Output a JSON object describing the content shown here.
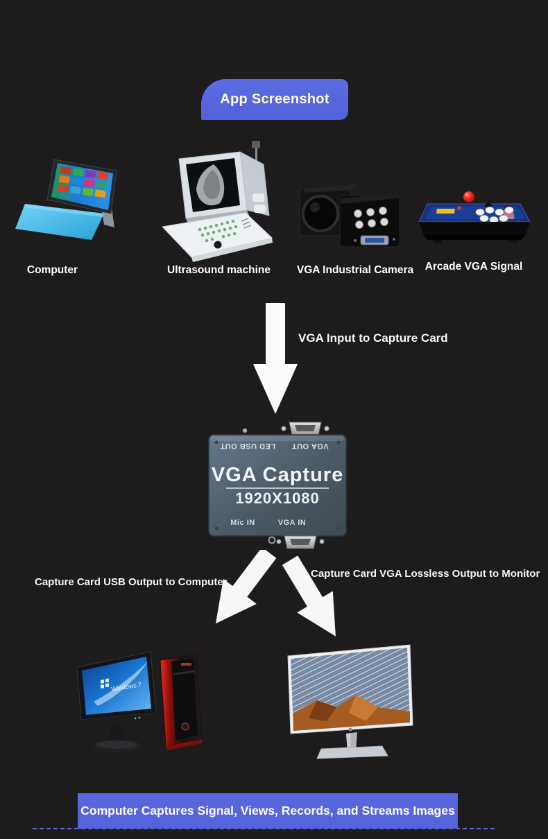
{
  "header": {
    "badge_label": "App Screenshot"
  },
  "colors": {
    "accent": "#5766dd",
    "background": "#1d1b1b",
    "capture_body": "#52626f",
    "arrow": "#fafaf8"
  },
  "sources": {
    "items": [
      {
        "label": "Computer",
        "icon": "surface-tablet-icon"
      },
      {
        "label": "Ultrasound machine",
        "icon": "ultrasound-machine-icon"
      },
      {
        "label": "VGA Industrial Camera",
        "icon": "industrial-camera-icon"
      },
      {
        "label": "Arcade VGA Signal",
        "icon": "arcade-stick-icon"
      }
    ]
  },
  "flow": {
    "input_label": "VGA Input to Capture Card",
    "usb_output_label": "Capture Card USB Output to Computer",
    "vga_output_label": "Capture Card VGA Lossless Output to Monitor"
  },
  "capture_card": {
    "title": "VGA Capture",
    "resolution": "1920X1080",
    "port_top_left": "LED USB OUT",
    "port_top_right": "VGA OUT",
    "port_bottom_left": "Mic IN",
    "port_bottom_right": "VGA IN"
  },
  "outputs": {
    "computer_screen_text": "Windows 7",
    "computer_icon": "desktop-computer-icon",
    "monitor_icon": "monitor-icon"
  },
  "footer": {
    "banner_label": "Computer Captures Signal, Views, Records, and Streams Images"
  }
}
